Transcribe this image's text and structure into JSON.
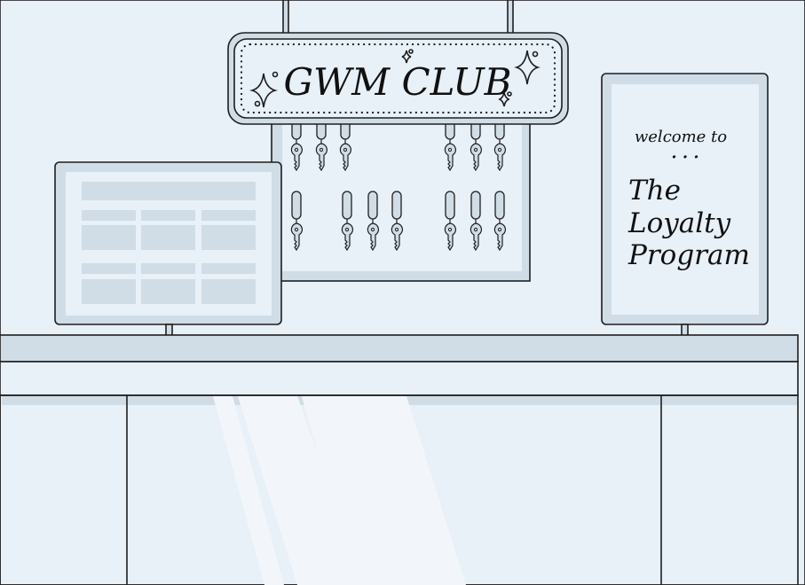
{
  "sign": {
    "title": "GWM CLUB"
  },
  "poster": {
    "welcome": "welcome to",
    "dots": "· · ·",
    "line1": "The",
    "line2": "Loyalty",
    "line3": "Program"
  },
  "key_board": {
    "top_row_keys": 6,
    "bottom_row_keys": 7
  },
  "colors": {
    "background": "#e8f0f8",
    "panel": "#d0dde6",
    "stroke": "#1e1e1e"
  }
}
